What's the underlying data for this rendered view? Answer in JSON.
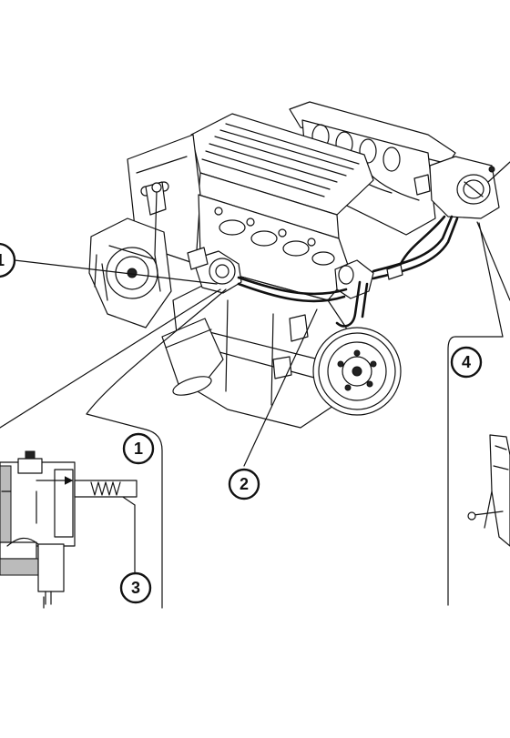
{
  "callouts": {
    "c1_engine": "1",
    "c1_inset": "1",
    "c2": "2",
    "c3": "3",
    "c4": "4"
  }
}
